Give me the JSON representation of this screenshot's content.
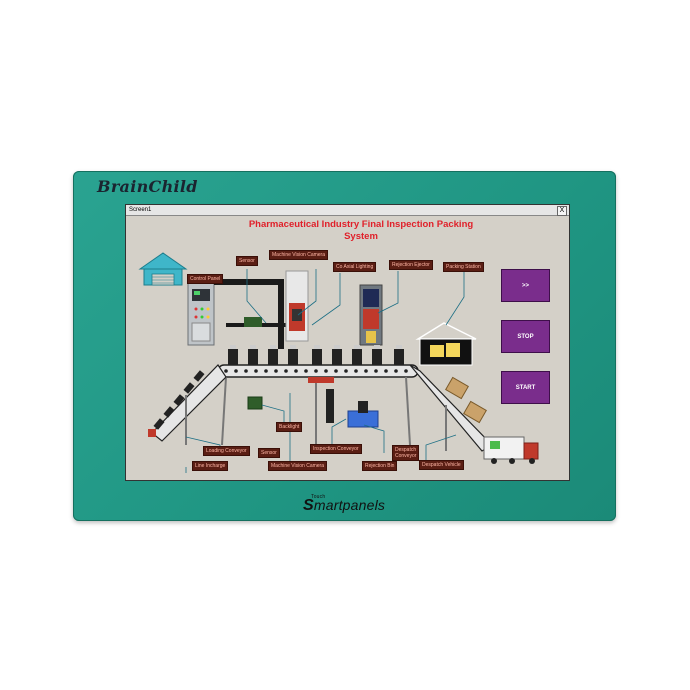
{
  "brand": "BrainChild",
  "footer_brand": {
    "prefix": "S",
    "main": "martpanels",
    "small": "Touch"
  },
  "window": {
    "title": "Screen1",
    "close_glyph": "X"
  },
  "hmi": {
    "title_line1": "Pharmaceutical Industry Final Inspection Packing",
    "title_line2": "System"
  },
  "tags": {
    "sensor_top": "Sensor",
    "camera_top": "Machine Vision Camera",
    "coaxial": "Co Axial Lighting",
    "ejector": "Rejection Ejector",
    "packing": "Packing Station",
    "control_panel": "Control Panel",
    "backlight": "Backlight",
    "loading": "Loading Conveyor",
    "sensor_bottom": "Sensor",
    "inspection": "Inspection Conveyor",
    "despatch_conv_1": "Despatch",
    "despatch_conv_2": "Conveyor",
    "line_incharge": "Line Incharge",
    "camera_bottom": "Machine Vision Camera",
    "rejection_bin": "Rejection Bin",
    "despatch_vehicle": "Despatch Vehicle"
  },
  "buttons": {
    "next": ">>",
    "stop": "STOP",
    "start": "START"
  },
  "colors": {
    "bezel": "#1f9582",
    "screen_bg": "#d4d0c8",
    "tag_bg": "#5a1e14",
    "button_bg": "#7a2d8c",
    "title_red": "#e0202a"
  }
}
